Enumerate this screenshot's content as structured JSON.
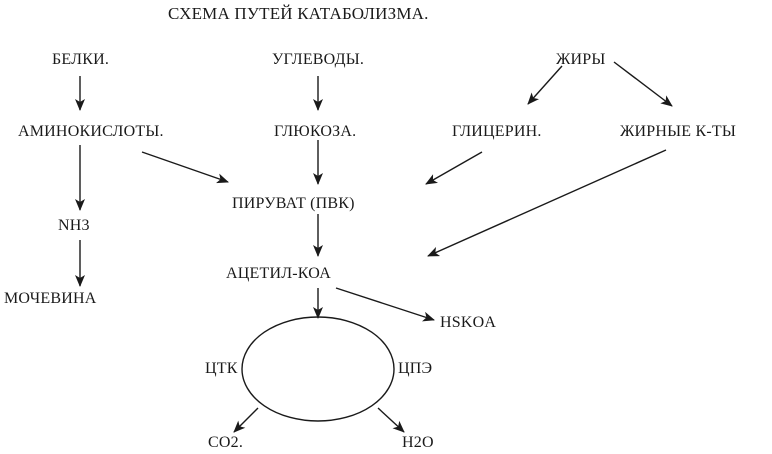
{
  "title": "СХЕМА ПУТЕЙ КАТАБОЛИЗМА.",
  "nodes": {
    "proteins": "БЕЛКИ.",
    "carbohydrates": "УГЛЕВОДЫ.",
    "fats": "ЖИРЫ",
    "amino_acids": "АМИНОКИСЛОТЫ.",
    "glucose": "ГЛЮКОЗА.",
    "glycerol": "ГЛИЦЕРИН.",
    "fatty_acids": "ЖИРНЫЕ К-ТЫ",
    "pyruvate": "ПИРУВАТ (ПВК)",
    "nh3": "NH3",
    "acetyl_coa": "АЦЕТИЛ-КОА",
    "urea": "МОЧЕВИНА",
    "hskoa": "HSKOA",
    "tca": "ЦТК",
    "etc": "ЦПЭ",
    "co2": "CO2.",
    "h2o": "H2O"
  },
  "edges": [
    {
      "from": "БЕЛКИ.",
      "to": "АМИНОКИСЛОТЫ."
    },
    {
      "from": "УГЛЕВОДЫ.",
      "to": "ГЛЮКОЗА."
    },
    {
      "from": "ЖИРЫ",
      "to": "ГЛИЦЕРИН."
    },
    {
      "from": "ЖИРЫ",
      "to": "ЖИРНЫЕ К-ТЫ"
    },
    {
      "from": "АМИНОКИСЛОТЫ.",
      "to": "NH3"
    },
    {
      "from": "NH3",
      "to": "МОЧЕВИНА"
    },
    {
      "from": "АМИНОКИСЛОТЫ.",
      "to": "ПИРУВАТ (ПВК)"
    },
    {
      "from": "ГЛЮКОЗА.",
      "to": "ПИРУВАТ (ПВК)"
    },
    {
      "from": "ГЛИЦЕРИН.",
      "to": "ПИРУВАТ (ПВК)"
    },
    {
      "from": "ПИРУВАТ (ПВК)",
      "to": "АЦЕТИЛ-КОА"
    },
    {
      "from": "ЖИРНЫЕ К-ТЫ",
      "to": "АЦЕТИЛ-КОА"
    },
    {
      "from": "АЦЕТИЛ-КОА",
      "to": "HSKOA"
    },
    {
      "from": "АЦЕТИЛ-КОА",
      "to": "ЦТК"
    },
    {
      "from": "ЦТК",
      "to": "CO2."
    },
    {
      "from": "ЦПЭ",
      "to": "H2O"
    }
  ]
}
